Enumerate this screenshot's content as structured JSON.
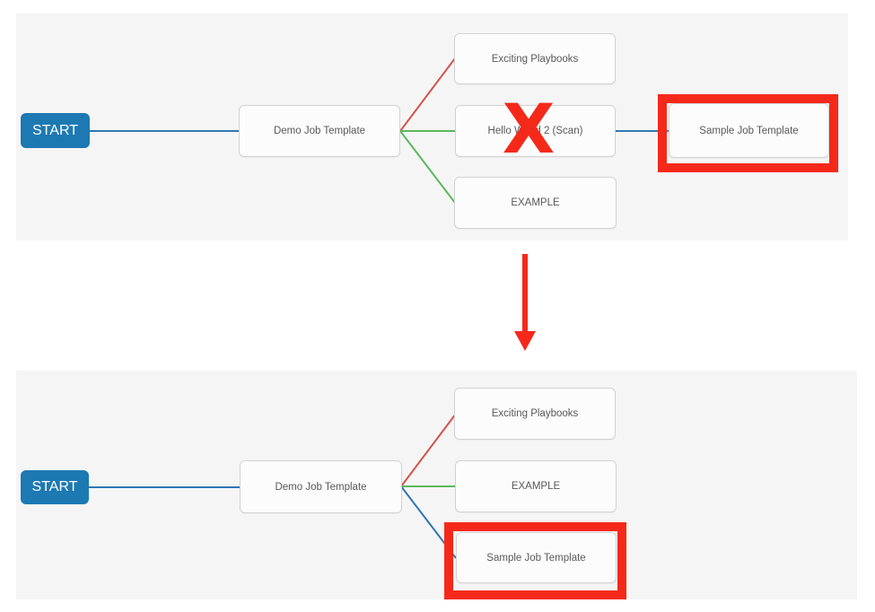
{
  "colors": {
    "panel_bg": "#f5f5f5",
    "node_bg": "#fcfcfc",
    "node_border": "#d2d2d2",
    "node_text": "#595959",
    "start_button_bg": "#1d79b2",
    "link_blue": "#2f77b3",
    "link_red": "#d2534c",
    "link_green": "#5cb85c",
    "annotation_red": "#f5291a"
  },
  "before": {
    "start": "START",
    "root": "Demo Job Template",
    "branch_top": "Exciting Playbooks",
    "branch_mid": "Hello World 2 (Scan)",
    "branch_bottom": "EXAMPLE",
    "next": "Sample Job Template",
    "delete_mark": "X"
  },
  "after": {
    "start": "START",
    "root": "Demo Job Template",
    "branch_top": "Exciting Playbooks",
    "branch_mid": "EXAMPLE",
    "branch_bottom": "Sample Job Template"
  }
}
